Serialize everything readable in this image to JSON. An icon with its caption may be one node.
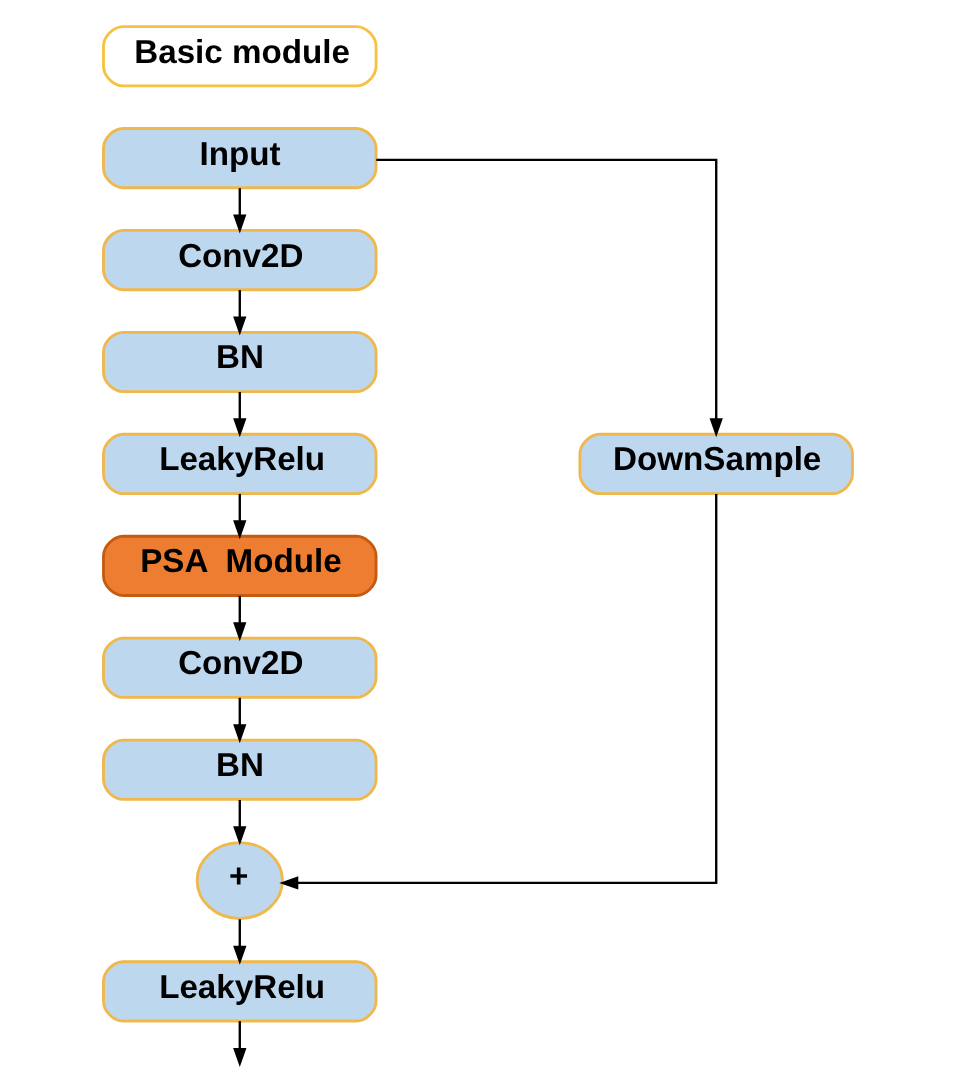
{
  "diagram": {
    "nodes": [
      {
        "text": [
          "Basic module"
        ]
      },
      {
        "text": [
          "Input"
        ]
      },
      {
        "text": [
          "Conv2D"
        ]
      },
      {
        "text": [
          "BN"
        ]
      },
      {
        "text": [
          "LeakyRelu"
        ]
      },
      {
        "text": [
          "PSA  Module"
        ]
      },
      {
        "text": [
          "Conv2D"
        ]
      },
      {
        "text": [
          "BN"
        ]
      },
      {
        "text": [
          "+"
        ]
      },
      {
        "text": [
          "LeakyRelu"
        ]
      },
      {
        "text": [
          "DownSample"
        ]
      }
    ],
    "edges": [
      {
        "from": 1,
        "to": 2,
        "arrow": "to"
      },
      {
        "from": 2,
        "to": 3,
        "arrow": "to"
      },
      {
        "from": 3,
        "to": 4,
        "arrow": "to"
      },
      {
        "from": 4,
        "to": 5,
        "arrow": "to"
      },
      {
        "from": 5,
        "to": 6,
        "arrow": "to"
      },
      {
        "from": 6,
        "to": 7,
        "arrow": "to"
      },
      {
        "from": 7,
        "to": 8,
        "arrow": "to"
      },
      {
        "from": 8,
        "to": 9,
        "arrow": "to"
      },
      {
        "from": 9,
        "to": null,
        "arrow": "to"
      },
      {
        "from": 1,
        "to": 10,
        "arrow": "to"
      },
      {
        "from": 10,
        "to": 8,
        "arrow": "to"
      }
    ]
  }
}
